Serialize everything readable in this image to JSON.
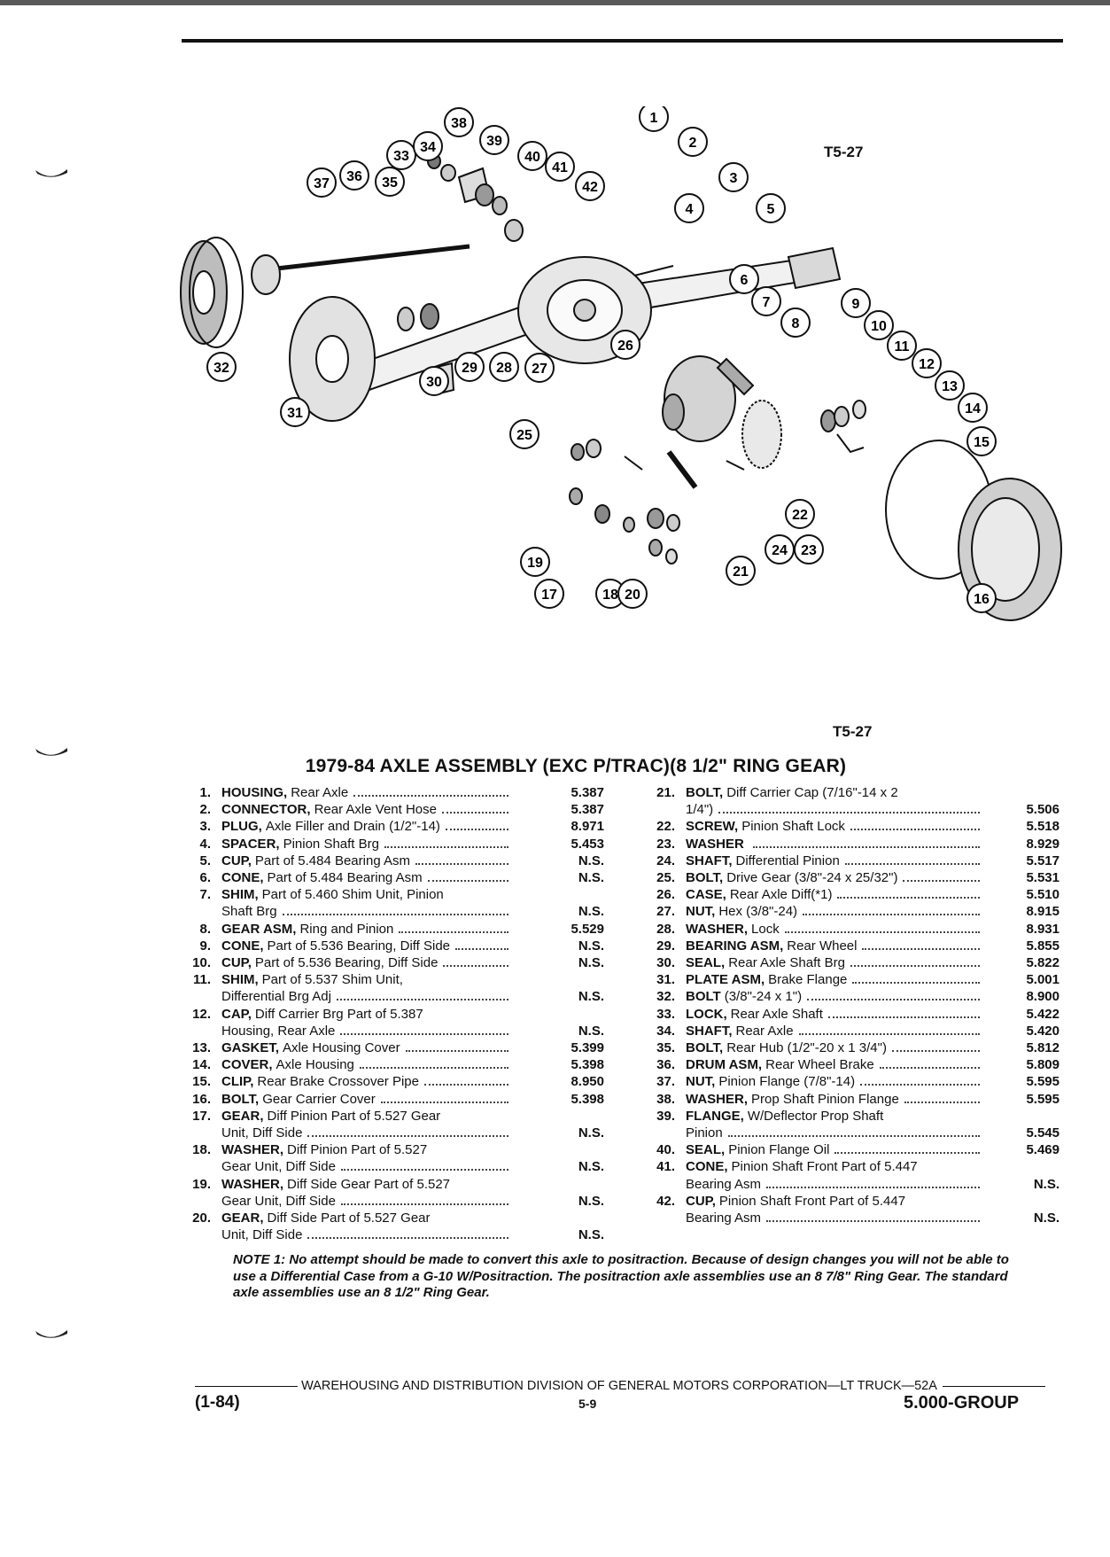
{
  "figure": {
    "label_top": "T5-27",
    "label_bottom": "T5-27",
    "callouts": [
      "1",
      "2",
      "3",
      "4",
      "5",
      "6",
      "7",
      "8",
      "9",
      "10",
      "11",
      "12",
      "13",
      "14",
      "15",
      "16",
      "17",
      "18",
      "19",
      "20",
      "21",
      "22",
      "23",
      "24",
      "25",
      "26",
      "27",
      "28",
      "29",
      "30",
      "31",
      "32",
      "33",
      "34",
      "35",
      "36",
      "37",
      "38",
      "39",
      "40",
      "41",
      "42"
    ]
  },
  "title": "1979-84 AXLE ASSEMBLY (EXC P/TRAC)(8 1/2\" RING GEAR)",
  "parts_left": [
    {
      "num": "1.",
      "name": "HOUSING,",
      "desc": "Rear Axle",
      "code": "5.387"
    },
    {
      "num": "2.",
      "name": "CONNECTOR,",
      "desc": "Rear Axle Vent Hose",
      "code": "5.387"
    },
    {
      "num": "3.",
      "name": "PLUG,",
      "desc": "Axle Filler and Drain (1/2\"-14)",
      "code": "8.971"
    },
    {
      "num": "4.",
      "name": "SPACER,",
      "desc": "Pinion Shaft Brg",
      "code": "5.453"
    },
    {
      "num": "5.",
      "name": "CUP,",
      "desc": "Part of 5.484 Bearing Asm",
      "code": "N.S."
    },
    {
      "num": "6.",
      "name": "CONE,",
      "desc": "Part of 5.484 Bearing Asm",
      "code": "N.S."
    },
    {
      "num": "7.",
      "name": "SHIM,",
      "desc": "Part of 5.460 Shim Unit, Pinion",
      "cont": "Shaft Brg",
      "code": "N.S."
    },
    {
      "num": "8.",
      "name": "GEAR ASM,",
      "desc": "Ring and Pinion",
      "code": "5.529"
    },
    {
      "num": "9.",
      "name": "CONE,",
      "desc": "Part of 5.536 Bearing, Diff Side",
      "code": "N.S."
    },
    {
      "num": "10.",
      "name": "CUP,",
      "desc": "Part of 5.536 Bearing, Diff Side",
      "code": "N.S."
    },
    {
      "num": "11.",
      "name": "SHIM,",
      "desc": "Part of 5.537 Shim Unit,",
      "cont": "Differential Brg Adj",
      "code": "N.S."
    },
    {
      "num": "12.",
      "name": "CAP,",
      "desc": "Diff Carrier Brg Part of 5.387",
      "cont": "Housing, Rear Axle",
      "code": "N.S."
    },
    {
      "num": "13.",
      "name": "GASKET,",
      "desc": "Axle Housing Cover",
      "code": "5.399"
    },
    {
      "num": "14.",
      "name": "COVER,",
      "desc": "Axle Housing",
      "code": "5.398"
    },
    {
      "num": "15.",
      "name": "CLIP,",
      "desc": "Rear Brake Crossover Pipe",
      "code": "8.950"
    },
    {
      "num": "16.",
      "name": "BOLT,",
      "desc": "Gear Carrier Cover",
      "code": "5.398"
    },
    {
      "num": "17.",
      "name": "GEAR,",
      "desc": "Diff Pinion Part of 5.527 Gear",
      "cont": "Unit, Diff Side",
      "code": "N.S."
    },
    {
      "num": "18.",
      "name": "WASHER,",
      "desc": "Diff Pinion Part of 5.527",
      "cont": "Gear Unit, Diff Side",
      "code": "N.S."
    },
    {
      "num": "19.",
      "name": "WASHER,",
      "desc": "Diff Side Gear Part of 5.527",
      "cont": "Gear Unit, Diff Side",
      "code": "N.S."
    },
    {
      "num": "20.",
      "name": "GEAR,",
      "desc": "Diff Side Part of 5.527 Gear",
      "cont": "Unit, Diff Side",
      "code": "N.S."
    }
  ],
  "parts_right": [
    {
      "num": "21.",
      "name": "BOLT,",
      "desc": "Diff Carrier Cap (7/16\"-14 x 2",
      "cont": "1/4\")",
      "code": "5.506"
    },
    {
      "num": "22.",
      "name": "SCREW,",
      "desc": "Pinion Shaft Lock",
      "code": "5.518"
    },
    {
      "num": "23.",
      "name": "WASHER",
      "desc": "",
      "code": "8.929"
    },
    {
      "num": "24.",
      "name": "SHAFT,",
      "desc": "Differential Pinion",
      "code": "5.517"
    },
    {
      "num": "25.",
      "name": "BOLT,",
      "desc": "Drive Gear (3/8\"-24 x 25/32\")",
      "code": "5.531"
    },
    {
      "num": "26.",
      "name": "CASE,",
      "desc": "Rear Axle Diff(*1)",
      "code": "5.510"
    },
    {
      "num": "27.",
      "name": "NUT,",
      "desc": "Hex (3/8\"-24)",
      "code": "8.915"
    },
    {
      "num": "28.",
      "name": "WASHER,",
      "desc": "Lock",
      "code": "8.931"
    },
    {
      "num": "29.",
      "name": "BEARING ASM,",
      "desc": "Rear Wheel",
      "code": "5.855"
    },
    {
      "num": "30.",
      "name": "SEAL,",
      "desc": "Rear Axle Shaft Brg",
      "code": "5.822"
    },
    {
      "num": "31.",
      "name": "PLATE ASM,",
      "desc": "Brake Flange",
      "code": "5.001"
    },
    {
      "num": "32.",
      "name": "BOLT",
      "desc": "(3/8\"-24 x 1\")",
      "code": "8.900"
    },
    {
      "num": "33.",
      "name": "LOCK,",
      "desc": "Rear Axle Shaft",
      "code": "5.422"
    },
    {
      "num": "34.",
      "name": "SHAFT,",
      "desc": "Rear Axle",
      "code": "5.420"
    },
    {
      "num": "35.",
      "name": "BOLT,",
      "desc": "Rear Hub (1/2\"-20 x 1 3/4\")",
      "code": "5.812"
    },
    {
      "num": "36.",
      "name": "DRUM ASM,",
      "desc": "Rear Wheel Brake",
      "code": "5.809"
    },
    {
      "num": "37.",
      "name": "NUT,",
      "desc": "Pinion Flange (7/8\"-14)",
      "code": "5.595"
    },
    {
      "num": "38.",
      "name": "WASHER,",
      "desc": "Prop Shaft Pinion Flange",
      "code": "5.595"
    },
    {
      "num": "39.",
      "name": "FLANGE,",
      "desc": "W/Deflector Prop Shaft",
      "cont": "Pinion",
      "code": "5.545"
    },
    {
      "num": "40.",
      "name": "SEAL,",
      "desc": "Pinion Flange Oil",
      "code": "5.469"
    },
    {
      "num": "41.",
      "name": "CONE,",
      "desc": "Pinion Shaft Front Part of 5.447",
      "cont": "Bearing Asm",
      "code": "N.S."
    },
    {
      "num": "42.",
      "name": "CUP,",
      "desc": "Pinion Shaft Front Part of 5.447",
      "cont": "Bearing Asm",
      "code": "N.S."
    }
  ],
  "note": "NOTE 1: No attempt should be made to convert this axle to positraction. Because of design changes you will not be able to use a Differential Case from a G-10 W/Positraction. The positraction axle assemblies use an 8 7/8\" Ring Gear. The standard axle assemblies use an 8 1/2\" Ring Gear.",
  "footer": {
    "center": "WAREHOUSING AND DISTRIBUTION DIVISION OF GENERAL MOTORS CORPORATION—LT TRUCK—52A",
    "date": "(1-84)",
    "page": "5-9",
    "group": "5.000-GROUP"
  }
}
